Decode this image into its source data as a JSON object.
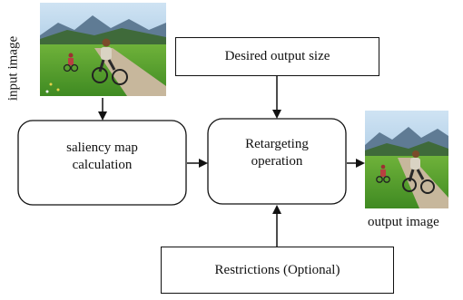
{
  "diagram": {
    "input_image_label": "input image",
    "output_image_label": "output image",
    "nodes": {
      "desired_output_size": "Desired output size",
      "saliency_map_line1": "saliency map",
      "saliency_map_line2": "calculation",
      "retargeting_line1": "Retargeting",
      "retargeting_line2": "operation",
      "restrictions": "Restrictions (Optional)"
    }
  },
  "colors": {
    "stroke": "#111111",
    "sky": "#9ec6e6",
    "mountain": "#5e7a93",
    "meadow": "#5d9e32",
    "path": "#c9b79a",
    "cyclist_shirt": "#d8d2c2"
  }
}
